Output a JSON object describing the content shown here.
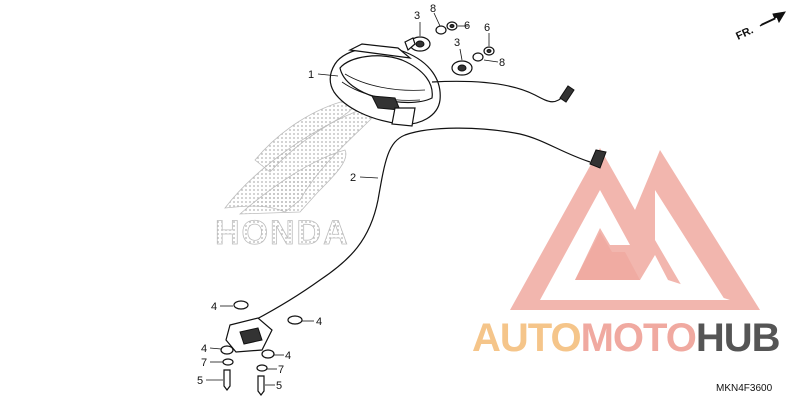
{
  "direction_indicator": {
    "label": "FR."
  },
  "diagram_code": "MKN4F3600",
  "watermark": {
    "text_part1": "AUTO",
    "text_part2": "MOTO",
    "text_part3": "HUB",
    "colors": {
      "primary": "#f0a9a0",
      "secondary": "#f5c58a",
      "dark": "#555555"
    }
  },
  "background_logo": {
    "text": "HONDA",
    "color": "#c8c8c8"
  },
  "callouts": [
    {
      "id": "c1",
      "label": "1"
    },
    {
      "id": "c2",
      "label": "2"
    },
    {
      "id": "c3a",
      "label": "3"
    },
    {
      "id": "c8a",
      "label": "8"
    },
    {
      "id": "c6a",
      "label": "6"
    },
    {
      "id": "c3b",
      "label": "3"
    },
    {
      "id": "c6b",
      "label": "6"
    },
    {
      "id": "c8b",
      "label": "8"
    },
    {
      "id": "c4a",
      "label": "4"
    },
    {
      "id": "c4b",
      "label": "4"
    },
    {
      "id": "c4c",
      "label": "4"
    },
    {
      "id": "c4d",
      "label": "4"
    },
    {
      "id": "c7a",
      "label": "7"
    },
    {
      "id": "c7b",
      "label": "7"
    },
    {
      "id": "c5a",
      "label": "5"
    },
    {
      "id": "c5b",
      "label": "5"
    }
  ]
}
